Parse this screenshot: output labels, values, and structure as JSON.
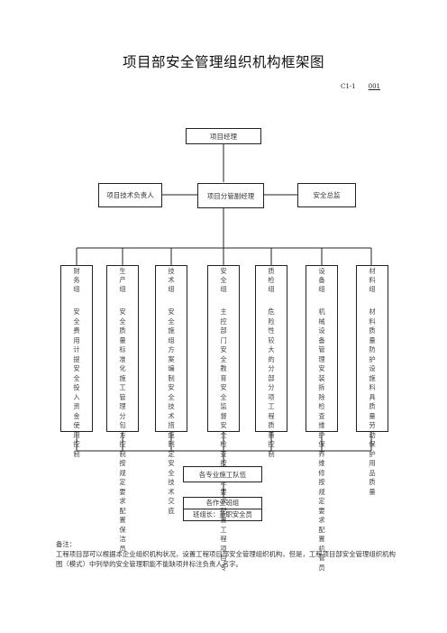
{
  "title": "项目部安全管理组织机构框架图",
  "doc_code": "C1-1",
  "doc_number": "001",
  "top": "项目经理",
  "second_row": {
    "left": "项目技术负责人",
    "center": "项目分管副经理",
    "right": "安全总监"
  },
  "groups": [
    {
      "head": "财务组",
      "body": "安全费用计提安全投入资金使用控制"
    },
    {
      "head": "生产组",
      "body": "安全质量标准化施工管理分包方控制按规定要求配置保洁员"
    },
    {
      "head": "技术组",
      "body": "安全施组方案编制安全技术措施制定安全技术交底"
    },
    {
      "head": "安全组",
      "body": "主控部门安全教育安全监督安全检查按规定要求配置工程项目专"
    },
    {
      "head": "质检组",
      "body": "危险性较大的分部分项工程质量控制"
    },
    {
      "head": "设备组",
      "body": "机械设备管理安装拆除检查维护保养维修按规定要求配置机管员"
    },
    {
      "head": "材料组",
      "body": "材料质量防护设施料具质量劳动保护用品质量"
    }
  ],
  "teams": "各专业施工队伍",
  "crew": {
    "line1": "各作业班组",
    "line2": "班组长：兼职安全员"
  },
  "note": {
    "label": "备注：",
    "text": "工程项目部可以根据本企业组织机构状况，设置工程项目部安全管理组织机构，但是，工程项目部安全管理组织机构图（模式）中列举的安全管理职能不能缺项并标注负责人名字。"
  }
}
